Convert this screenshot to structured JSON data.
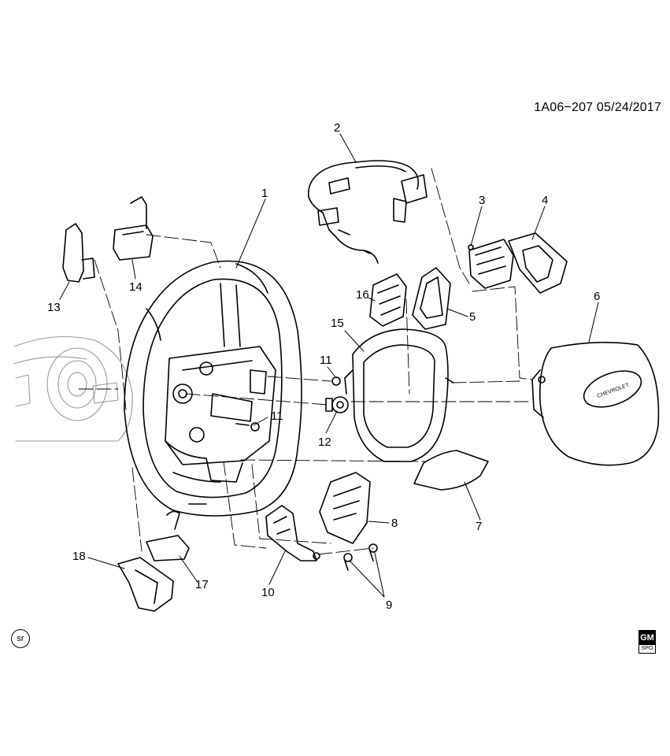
{
  "header": {
    "doc_id": "1A06−207  05/24/2017"
  },
  "callouts": [
    "1",
    "2",
    "3",
    "4",
    "5",
    "6",
    "7",
    "8",
    "9",
    "10",
    "11",
    "11",
    "12",
    "13",
    "14",
    "15",
    "16",
    "17",
    "18"
  ],
  "badges": {
    "sr": "sr",
    "logo_top": "GM",
    "logo_bottom": "SPO"
  },
  "airbag_emblem": "CHEVROLET",
  "colors": {
    "line": "#000000",
    "background": "#ffffff",
    "ghost": "#9a9a9a"
  }
}
